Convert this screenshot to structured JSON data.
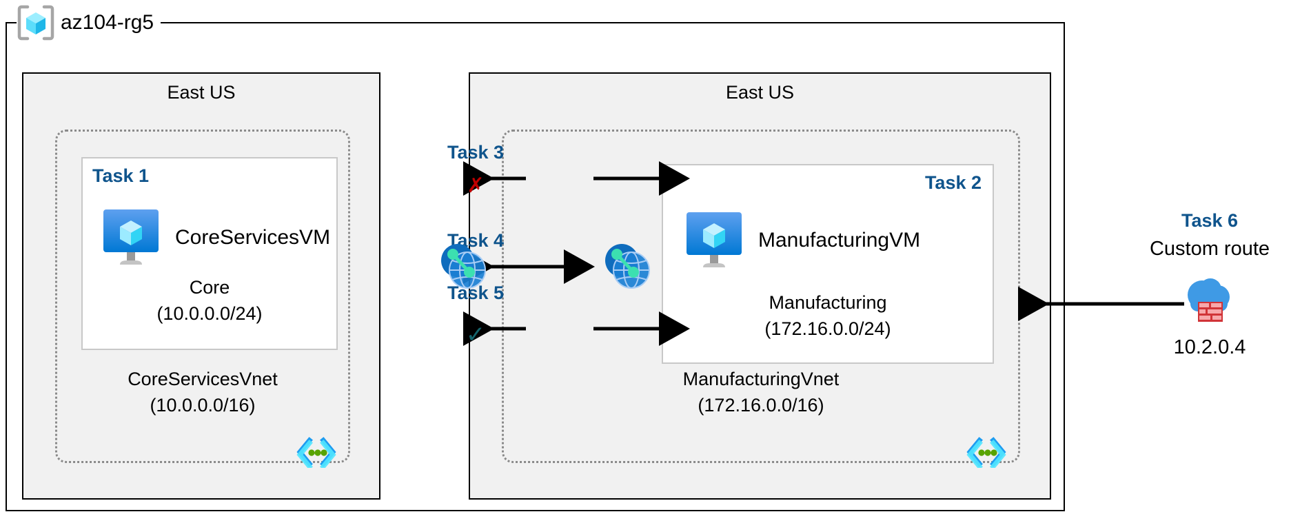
{
  "diagram": {
    "resource_group": {
      "name": "az104-rg5",
      "icon": "azure-resource-group-cube-icon"
    },
    "regions": [
      {
        "id": "left",
        "label": "East US"
      },
      {
        "id": "right",
        "label": "East US"
      }
    ],
    "vnets": [
      {
        "id": "coreservices",
        "name": "CoreServicesVnet",
        "cidr": "(10.0.0.0/16)",
        "label": "CoreServicesVnet\n(10.0.0.0/16)",
        "subnet_icon": "subnet-brackets-icon"
      },
      {
        "id": "manufacturing",
        "name": "ManufacturingVnet",
        "cidr": "(172.16.0.0/16)",
        "label": "ManufacturingVnet\n(172.16.0.0/16)",
        "subnet_icon": "subnet-brackets-icon"
      }
    ],
    "subnets": [
      {
        "id": "core",
        "task": "Task 1",
        "name": "Core",
        "cidr": "(10.0.0.0/24)",
        "caption": "Core\n(10.0.0.0/24)",
        "vm": {
          "name": "CoreServicesVM",
          "icon": "virtual-machine-icon"
        }
      },
      {
        "id": "manufacturing",
        "task": "Task 2",
        "name": "Manufacturing",
        "cidr": "(172.16.0.0/24)",
        "caption": "Manufacturing\n(172.16.0.0/24)",
        "vm": {
          "name": "ManufacturingVM",
          "icon": "virtual-machine-icon"
        }
      }
    ],
    "connections": [
      {
        "id": "task3",
        "label": "Task 3",
        "mark": "✗",
        "mark_kind": "cross",
        "direction": "bidirectional"
      },
      {
        "id": "task4",
        "label": "Task 4",
        "mark": "",
        "mark_kind": "none",
        "direction": "bidirectional"
      },
      {
        "id": "task5",
        "label": "Task 5",
        "mark": "✓",
        "mark_kind": "check",
        "direction": "bidirectional"
      }
    ],
    "peering_icons": [
      {
        "id": "peer-left",
        "icon": "vnet-peering-globe-icon"
      },
      {
        "id": "peer-right",
        "icon": "vnet-peering-globe-icon"
      }
    ],
    "route": {
      "task": "Task 6",
      "title": "Custom route",
      "next_hop_ip": "10.2.0.4",
      "icon": "firewall-cloud-icon",
      "direction": "into ManufacturingVnet"
    },
    "colors": {
      "task_blue": "#0f548c",
      "cross_red": "#c00000",
      "check_teal": "#14636b",
      "region_fill": "#f1f1f1",
      "vnet_dash": "#8a8a8a",
      "subnet_border": "#c8c8c8",
      "azure_blue": "#0078d4",
      "cube_cyan": "#50e6ff"
    }
  }
}
